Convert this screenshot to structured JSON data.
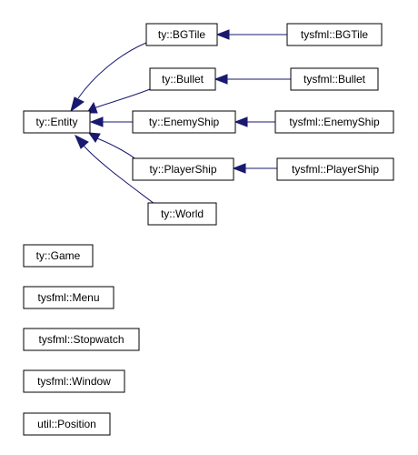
{
  "nodes": {
    "entity": "ty::Entity",
    "bgtile": "ty::BGTile",
    "bullet": "ty::Bullet",
    "enemyship": "ty::EnemyShip",
    "playership": "ty::PlayerShip",
    "world": "ty::World",
    "sf_bgtile": "tysfml::BGTile",
    "sf_bullet": "tysfml::Bullet",
    "sf_enemyship": "tysfml::EnemyShip",
    "sf_playership": "tysfml::PlayerShip",
    "game": "ty::Game",
    "menu": "tysfml::Menu",
    "stopwatch": "tysfml::Stopwatch",
    "window": "tysfml::Window",
    "position": "util::Position"
  },
  "edges": [
    {
      "from": "bgtile",
      "to": "entity"
    },
    {
      "from": "bullet",
      "to": "entity"
    },
    {
      "from": "enemyship",
      "to": "entity"
    },
    {
      "from": "playership",
      "to": "entity"
    },
    {
      "from": "world",
      "to": "entity"
    },
    {
      "from": "sf_bgtile",
      "to": "bgtile"
    },
    {
      "from": "sf_bullet",
      "to": "bullet"
    },
    {
      "from": "sf_enemyship",
      "to": "enemyship"
    },
    {
      "from": "sf_playership",
      "to": "playership"
    }
  ],
  "colors": {
    "edge": "#191970",
    "node_border": "#000000",
    "node_fill": "#ffffff"
  }
}
